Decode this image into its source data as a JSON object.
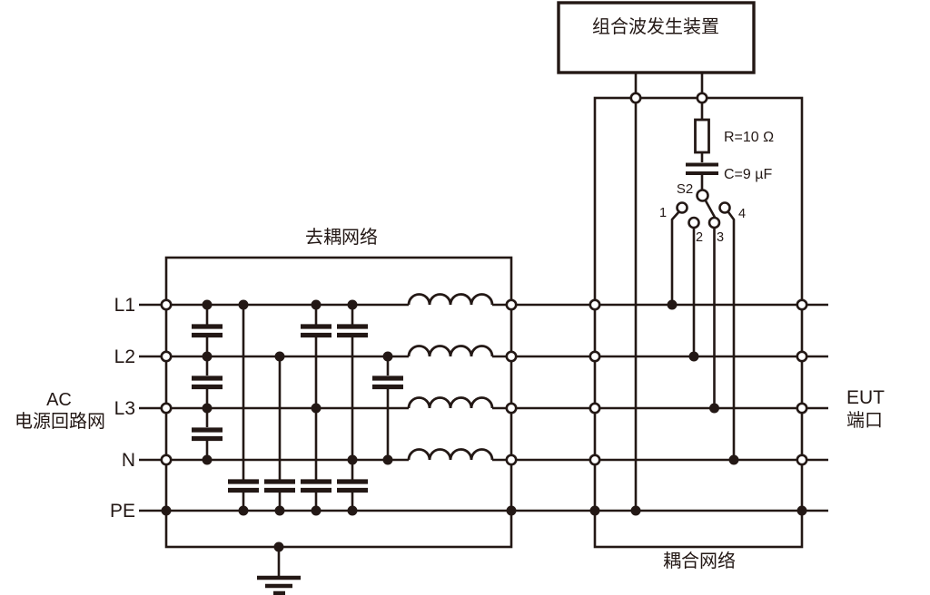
{
  "generator": {
    "label": "组合波发生装置"
  },
  "surge_branch": {
    "resistor_label": "R=10 Ω",
    "capacitor_label": "C=9 µF",
    "switch_label": "S2",
    "switch_positions": [
      "1",
      "2",
      "3",
      "4"
    ]
  },
  "decoupling_network": {
    "label": "去耦网络"
  },
  "coupling_network": {
    "label": "耦合网络"
  },
  "ac_source": {
    "line1": "AC",
    "line2": "电源回路网"
  },
  "eut_port": {
    "line1": "EUT",
    "line2": "端口"
  },
  "power_lines": [
    {
      "label": "L1"
    },
    {
      "label": "L2"
    },
    {
      "label": "L3"
    },
    {
      "label": "N"
    },
    {
      "label": "PE"
    }
  ],
  "colors": {
    "ink": "#231815",
    "background": "#ffffff"
  }
}
